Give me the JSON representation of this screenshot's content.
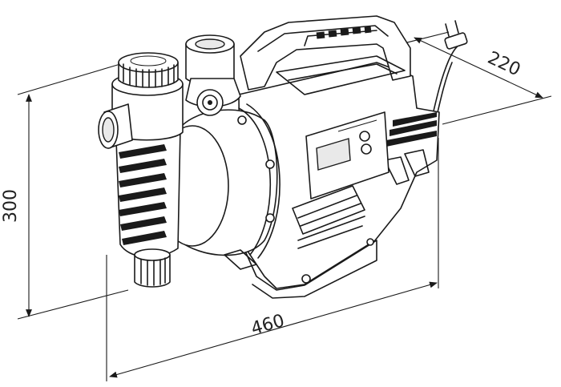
{
  "dimensions": {
    "height": "300",
    "length": "460",
    "depth": "220"
  }
}
